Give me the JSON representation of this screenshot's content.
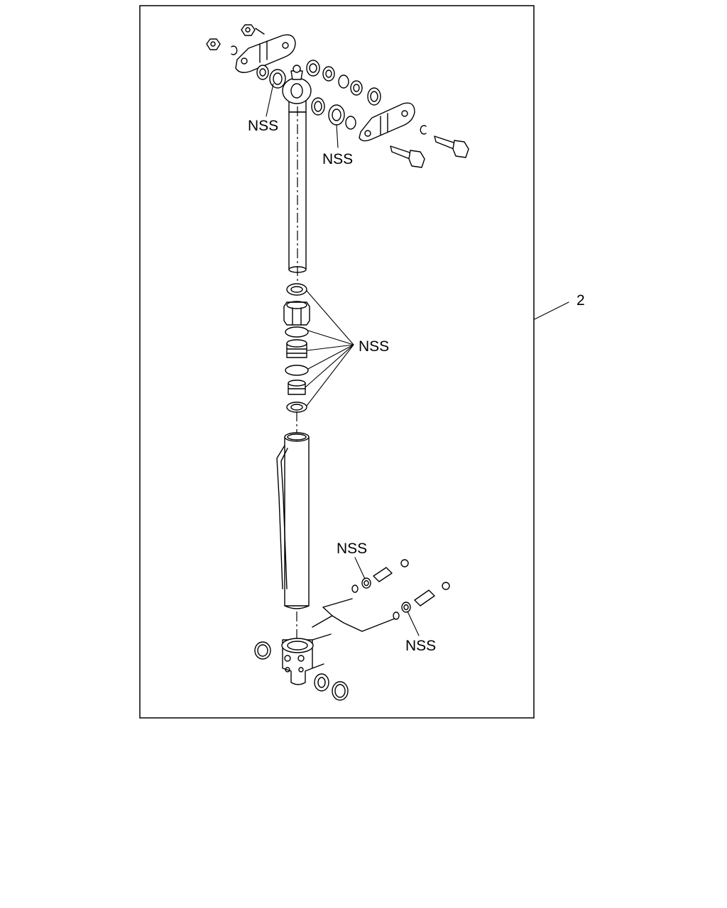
{
  "diagram": {
    "callouts": {
      "assembly_number": "2",
      "nss_upper_left": "NSS",
      "nss_upper_right": "NSS",
      "nss_middle": "NSS",
      "nss_lower_top": "NSS",
      "nss_lower_bottom": "NSS"
    }
  }
}
